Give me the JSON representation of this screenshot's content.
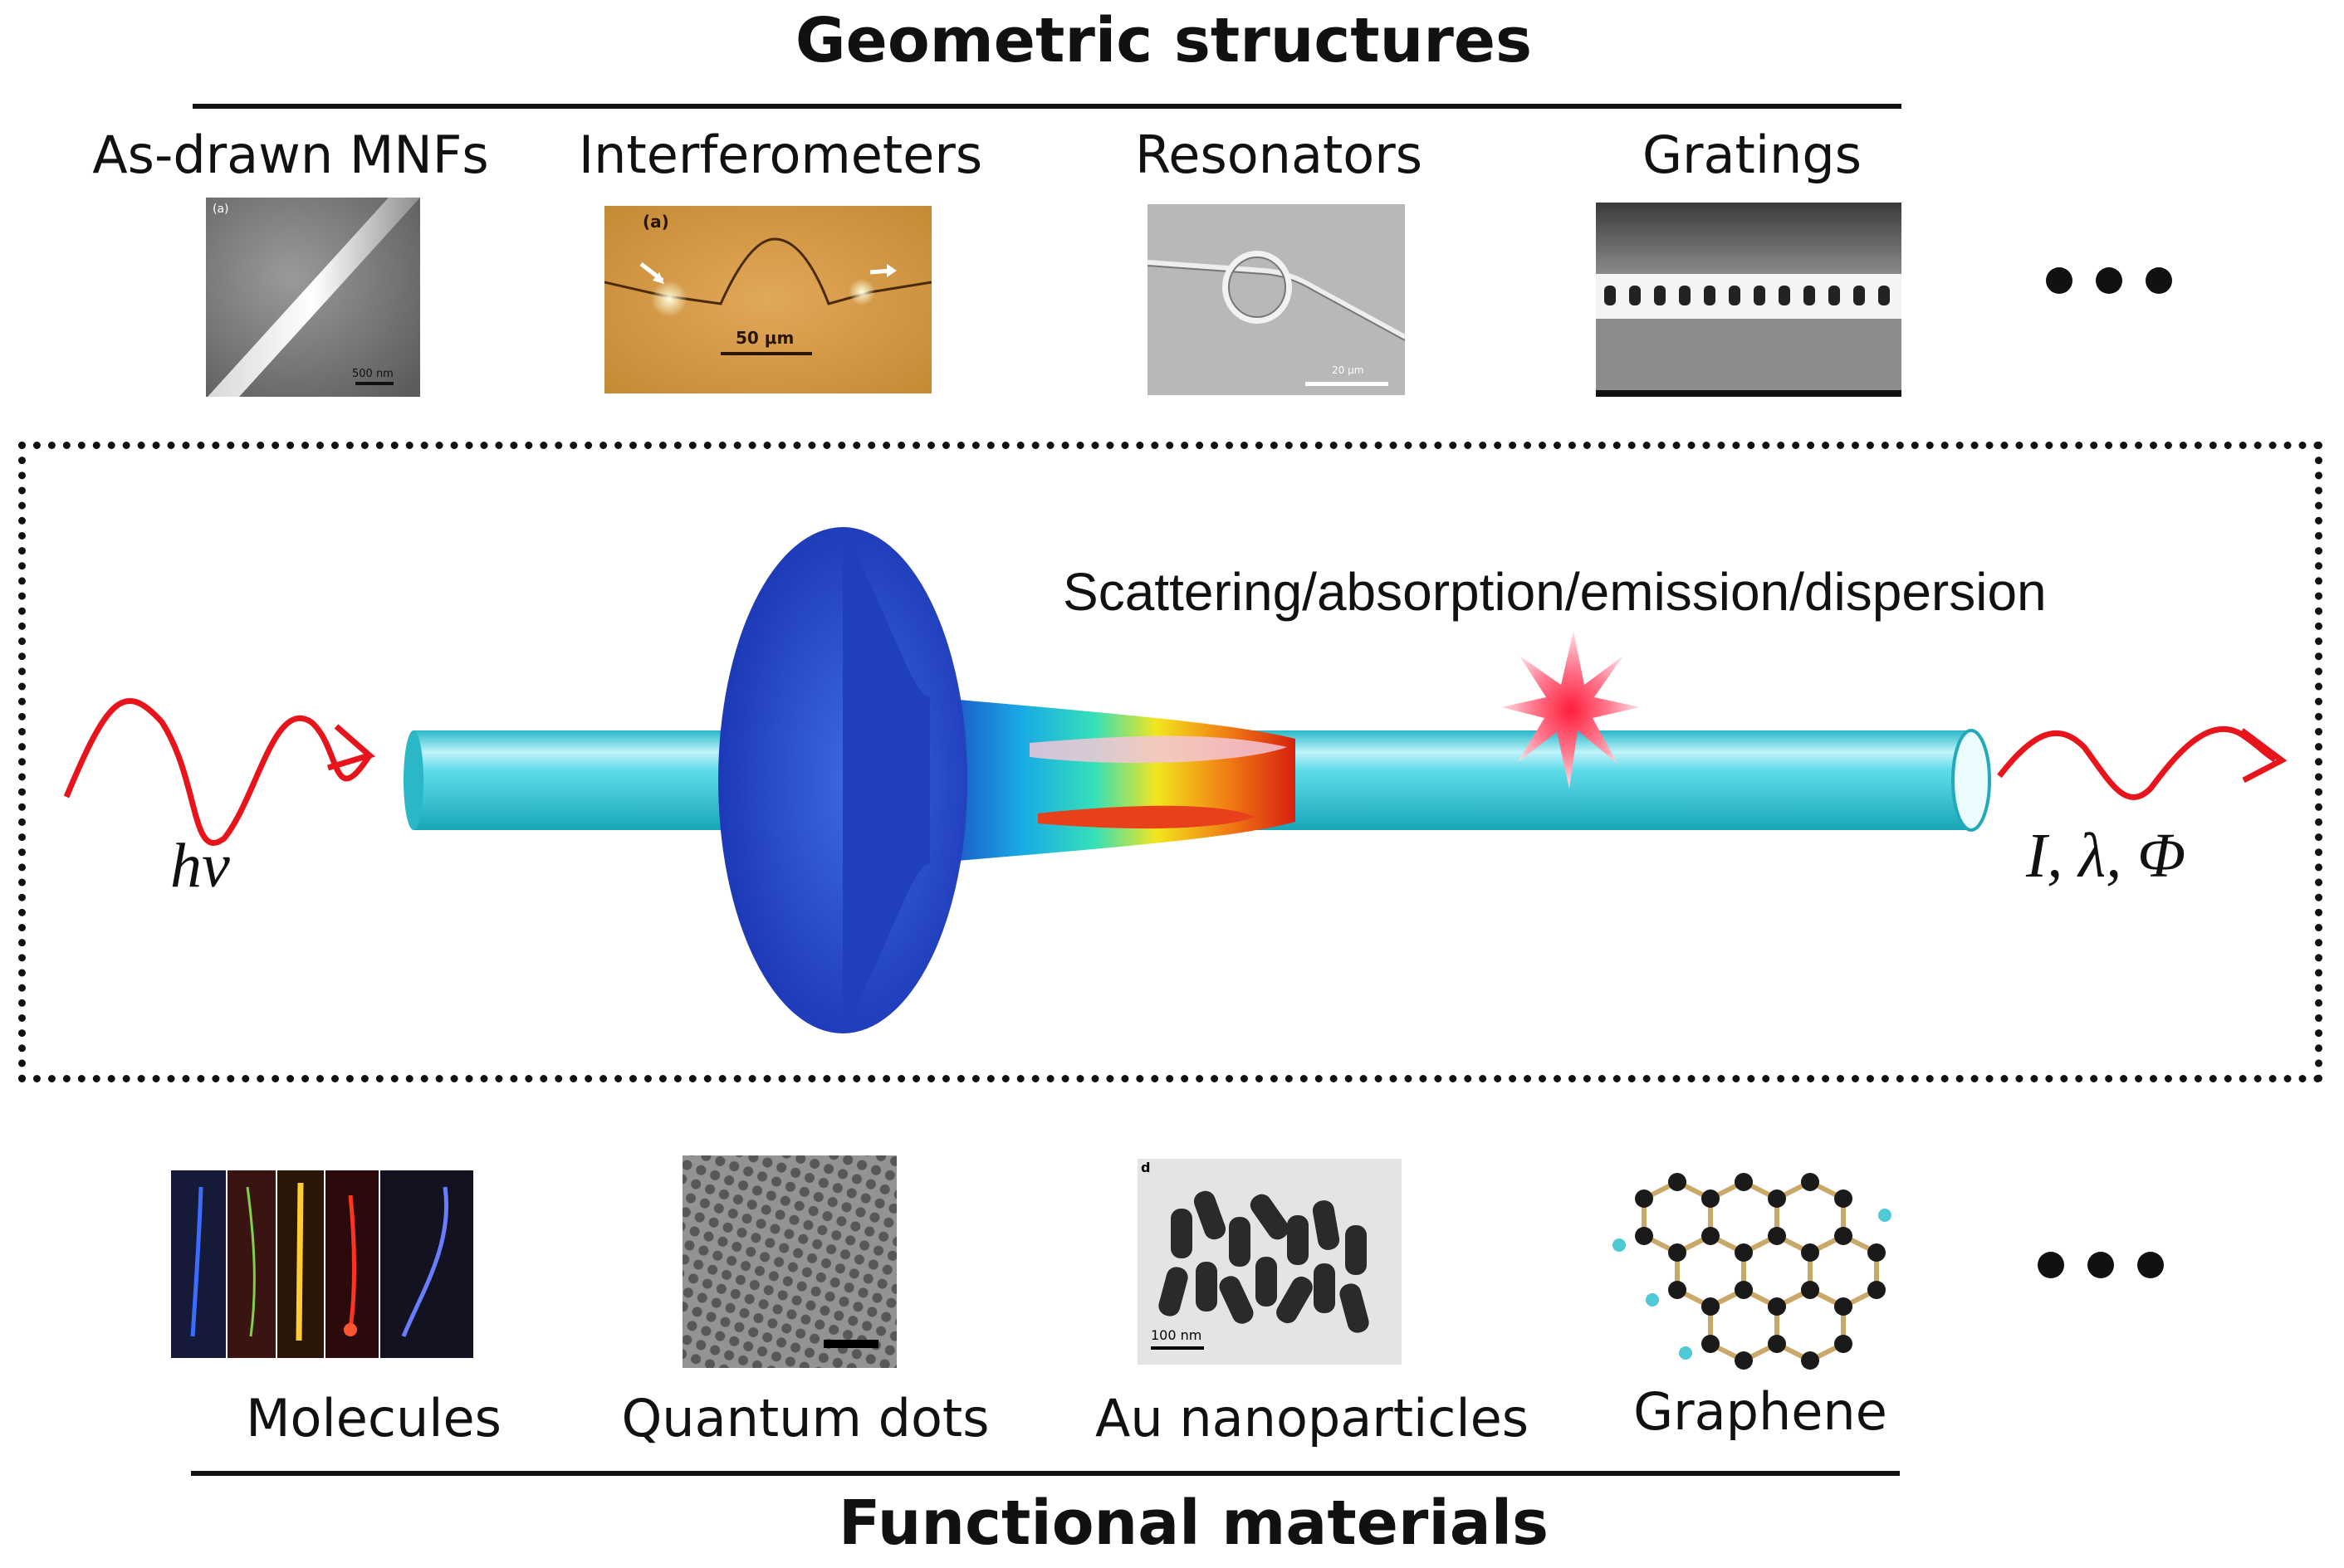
{
  "top": {
    "title": "Geometric structures",
    "items": [
      {
        "label": "As-drawn MNFs",
        "panel_tag": "(a)",
        "scale_text": "500 nm"
      },
      {
        "label": "Interferometers",
        "panel_tag": "(a)",
        "scale_text": "50 μm"
      },
      {
        "label": "Resonators",
        "scale_text": "20 μm"
      },
      {
        "label": "Gratings"
      }
    ],
    "more": "..."
  },
  "center": {
    "annotation": "Scattering/absorption/emission/dispersion",
    "input_symbol": "hν",
    "output_symbols": "I, λ, Φ"
  },
  "bottom": {
    "title": "Functional materials",
    "items": [
      {
        "label": "Molecules"
      },
      {
        "label": "Quantum dots"
      },
      {
        "label": "Au nanoparticles",
        "panel_tag": "d",
        "scale_text": "100 nm"
      },
      {
        "label": "Graphene"
      }
    ],
    "more": "..."
  },
  "colors": {
    "fiber": "#3fd0df",
    "wave": "#e8141c",
    "mode_outer": "#1f3fbf"
  }
}
